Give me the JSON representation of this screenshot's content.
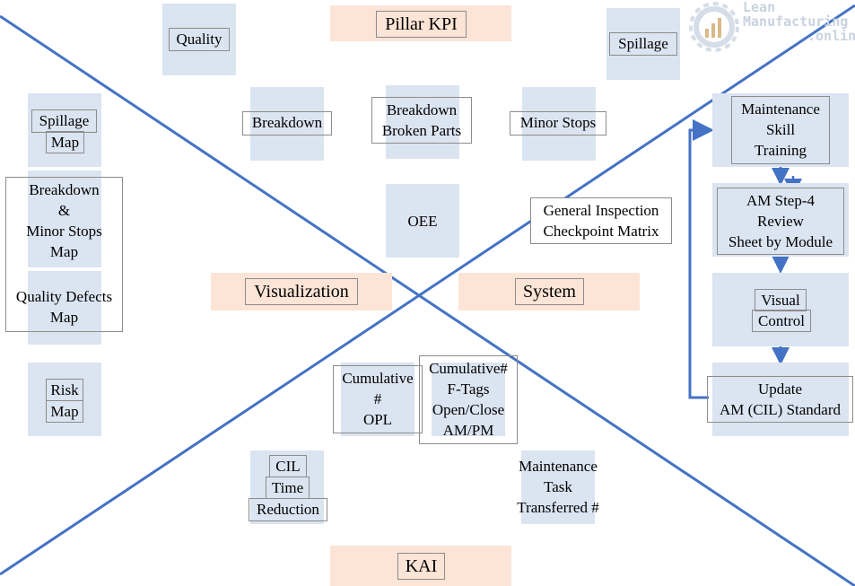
{
  "headers": {
    "top": "Pillar KPI",
    "left": "Visualization",
    "right": "System",
    "bottom": "KAI"
  },
  "logo": {
    "line1": "Lean",
    "line2": "Manufacturing",
    "line3": ".online"
  },
  "kpi": {
    "quality": "Quality",
    "spillage": "Spillage",
    "breakdown": "Breakdown",
    "breakdown_broken_parts_1": "Breakdown",
    "breakdown_broken_parts_2": "Broken Parts",
    "minor_stops": "Minor Stops",
    "oee": "OEE"
  },
  "visualization": {
    "spillage_map_1": "Spillage",
    "spillage_map_2": "Map",
    "bd_1": "Breakdown",
    "bd_2": "&",
    "bd_3": "Minor Stops",
    "bd_4": "Map",
    "qd_1": "Quality Defects",
    "qd_2": "Map",
    "risk_1": "Risk",
    "risk_2": "Map"
  },
  "system": {
    "gicm_1": "General Inspection",
    "gicm_2": "Checkpoint Matrix",
    "mst_1": "Maintenance",
    "mst_2": "Skill",
    "mst_3": "Training",
    "am4_1": "AM Step-4",
    "am4_2": "Review",
    "am4_3": "Sheet by Module",
    "vc_1": "Visual",
    "vc_2": "Control",
    "update_1": "Update",
    "update_2": "AM (CIL) Standard"
  },
  "kai": {
    "opl_1": "Cumulative",
    "opl_2": "#",
    "opl_3": "OPL",
    "ftag_1": "Cumulative#",
    "ftag_2": "F-Tags",
    "ftag_3": "Open/Close",
    "ftag_4": "AM/PM",
    "cil_1": "CIL",
    "cil_2": "Time",
    "cil_3": "Reduction",
    "mtt_1": "Maintenance",
    "mtt_2": "Task",
    "mtt_3": "Transferred #"
  },
  "colors": {
    "line": "#4472c4",
    "box_fill": "#dbe4f1",
    "header_fill": "#fce4d6",
    "label_border": "#8c8c8c"
  }
}
